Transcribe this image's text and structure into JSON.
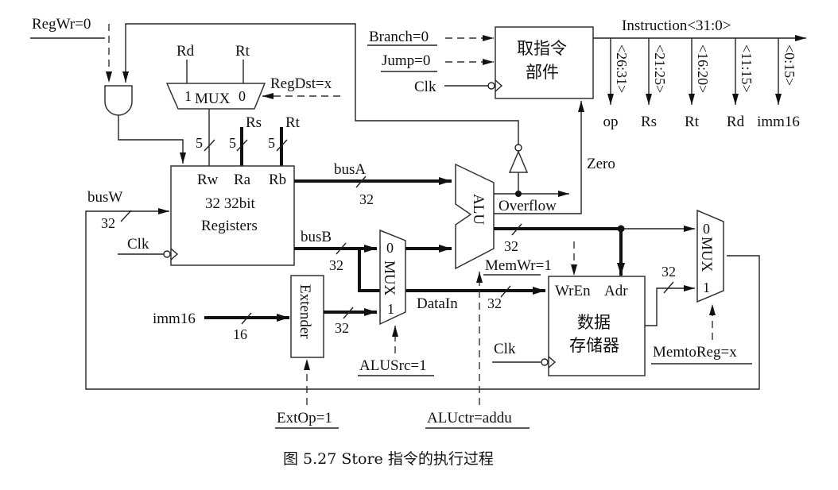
{
  "caption": "图 5.27   Store 指令的执行过程",
  "control_signals": {
    "regwr": "RegWr=0",
    "branch": "Branch=0",
    "jump": "Jump=0",
    "regdst": "RegDst=x",
    "alusrc": "ALUSrc=1",
    "extop": "ExtOp=1",
    "aluctr": "ALUctr=addu",
    "memwr": "MemWr=1",
    "memtoreg": "MemtoReg=x"
  },
  "fetch_unit": {
    "line1": "取指令",
    "line2": "部件",
    "clk": "Clk"
  },
  "instruction_bus": {
    "label": "Instruction<31:0>",
    "fields": [
      {
        "range": "<26:31>",
        "name": "op"
      },
      {
        "range": "<21:25>",
        "name": "Rs"
      },
      {
        "range": "<16:20>",
        "name": "Rt"
      },
      {
        "range": "<11:15>",
        "name": "Rd"
      },
      {
        "range": "<0:15>",
        "name": "imm16"
      }
    ]
  },
  "regdst_mux": {
    "in1": "Rd",
    "in0": "Rt",
    "label": "MUX",
    "sel1": "1",
    "sel0": "0"
  },
  "register_file": {
    "rw": "Rw",
    "ra": "Ra",
    "rb": "Rb",
    "line1": "32 32bit",
    "line2": "Registers",
    "rs_in": "Rs",
    "rt_in": "Rt",
    "width_rw": "5",
    "width_ra": "5",
    "width_rb": "5",
    "clk": "Clk",
    "busw": "busW",
    "busw_width": "32"
  },
  "buses": {
    "busa": "busA",
    "busa_width": "32",
    "busb": "busB",
    "busb_width": "32",
    "datain": "DataIn",
    "datain_width": "32",
    "alu_out_width": "32",
    "ext_out_width": "32",
    "imm16": "imm16",
    "imm16_width": "16",
    "mem_out_width": "32"
  },
  "alusrc_mux": {
    "label": "MUX",
    "sel0": "0",
    "sel1": "1"
  },
  "extender": {
    "label": "Extender"
  },
  "alu": {
    "label": "ALU",
    "overflow": "Overflow",
    "zero": "Zero"
  },
  "data_memory": {
    "wren": "WrEn",
    "adr": "Adr",
    "line1": "数据",
    "line2": "存储器",
    "clk": "Clk"
  },
  "memtoreg_mux": {
    "label": "MUX",
    "sel0": "0",
    "sel1": "1"
  }
}
